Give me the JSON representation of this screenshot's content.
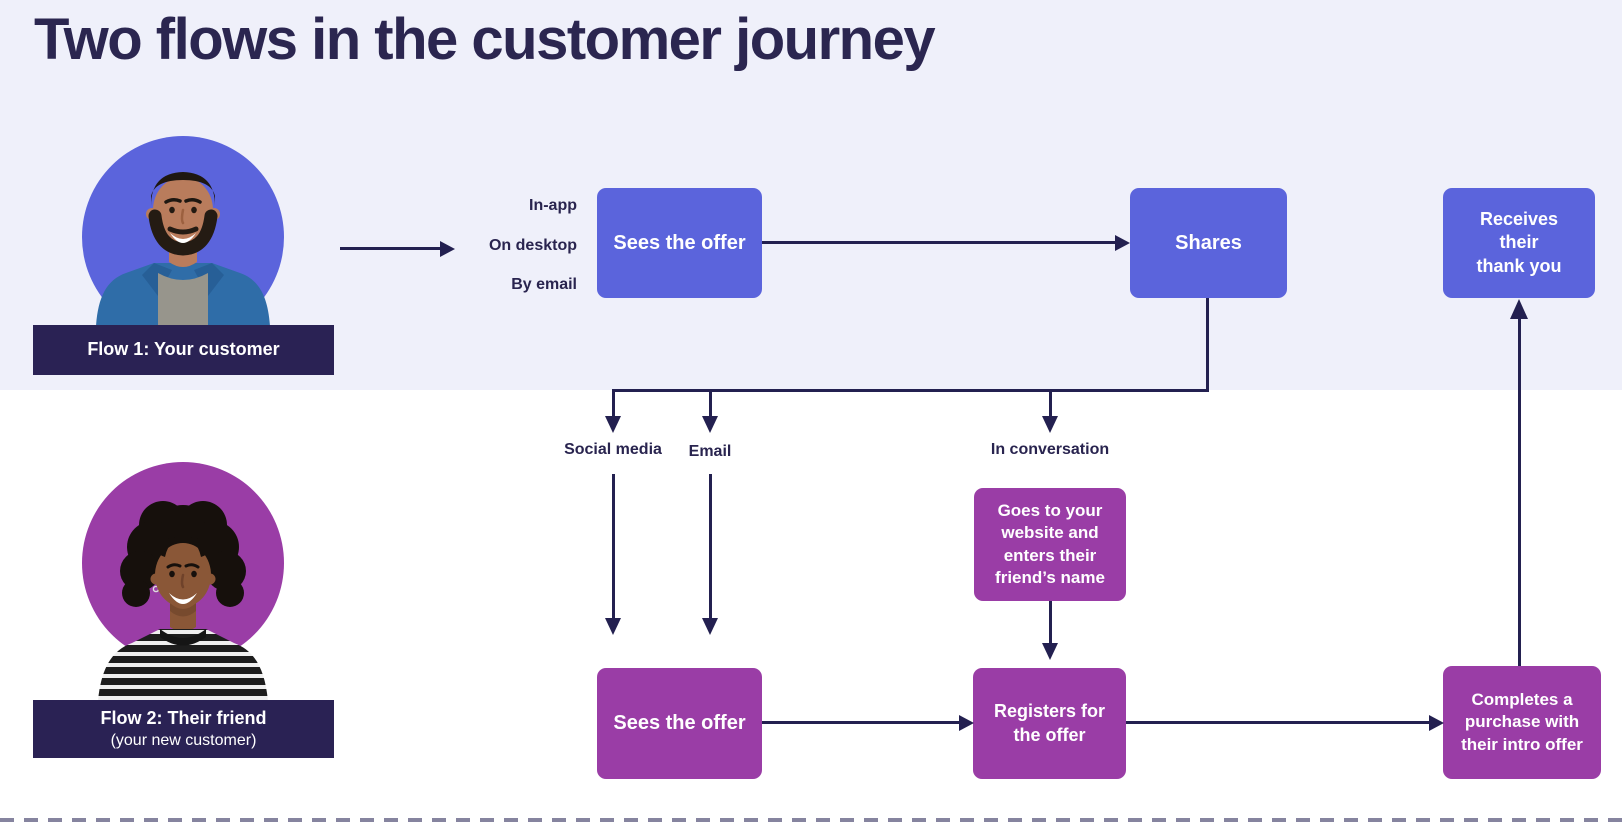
{
  "title": "Two flows in the customer journey",
  "colors": {
    "band_background": "#eff0fa",
    "lower_background": "#ffffff",
    "flow1_accent": "#5b64dc",
    "flow2_accent": "#9a3da6",
    "banner": "#2a2254",
    "arrow": "#232050",
    "heading_text": "#2b2650",
    "box_text": "#ffffff"
  },
  "flow1": {
    "label": "Flow 1: Your customer",
    "avatar_alt": "smiling man with beard in blue shirt on periwinkle circle",
    "channels": [
      "In-app",
      "On desktop",
      "By email"
    ],
    "boxes": [
      {
        "name": "sees-the-offer",
        "lines": [
          "Sees the offer"
        ]
      },
      {
        "name": "shares",
        "lines": [
          "Shares"
        ]
      },
      {
        "name": "receives-their-thank-you",
        "lines": [
          "Receives",
          "their",
          "thank you"
        ]
      }
    ]
  },
  "branch_labels": [
    "Social media",
    "Email",
    "In conversation"
  ],
  "flow2": {
    "label": "Flow 2: Their friend",
    "sublabel": "(your new customer)",
    "avatar_alt": "smiling woman with curly hair in striped tee on purple circle",
    "boxes": [
      {
        "name": "goes-to-website",
        "lines": [
          "Goes to your",
          "website and",
          "enters their",
          "friend’s name"
        ]
      },
      {
        "name": "sees-the-offer",
        "lines": [
          "Sees the offer"
        ]
      },
      {
        "name": "registers-for-offer",
        "lines": [
          "Registers for",
          "the offer"
        ]
      },
      {
        "name": "completes-purchase",
        "lines": [
          "Completes a",
          "purchase with",
          "their intro offer"
        ]
      }
    ]
  }
}
